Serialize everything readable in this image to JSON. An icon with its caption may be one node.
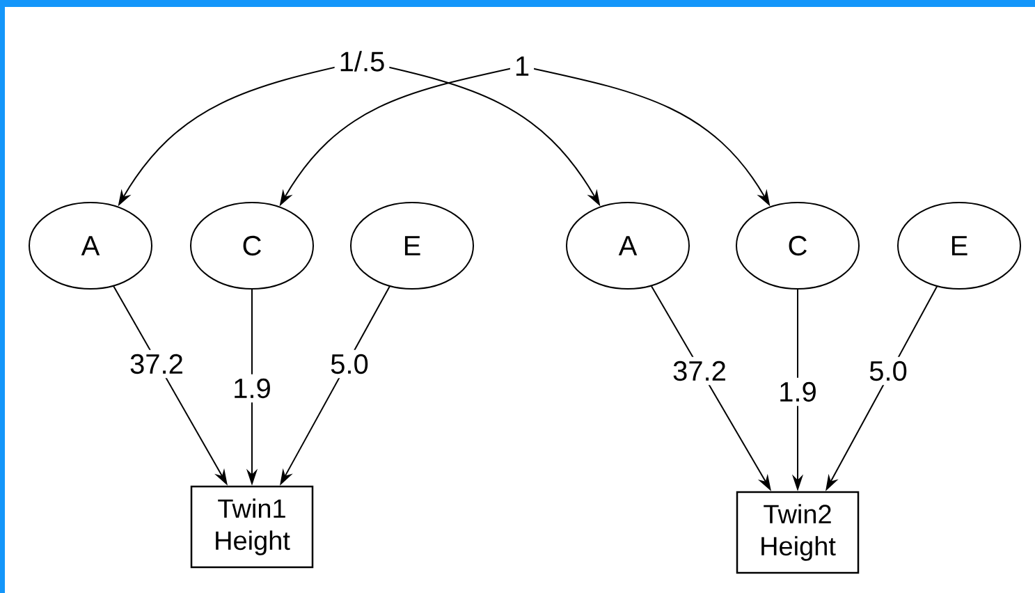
{
  "diagram": {
    "nodes": [
      {
        "text": [
          "A"
        ]
      },
      {
        "text": [
          "C"
        ]
      },
      {
        "text": [
          "E"
        ]
      },
      {
        "text": [
          "A"
        ]
      },
      {
        "text": [
          "C"
        ]
      },
      {
        "text": [
          "E"
        ]
      },
      {
        "text": [
          "Twin1 Height"
        ]
      },
      {
        "text": [
          "Twin2 Height"
        ]
      }
    ],
    "edges": [
      {
        "from": 0,
        "to": 3,
        "arrow": "both",
        "label": "1/.5"
      },
      {
        "from": 1,
        "to": 4,
        "arrow": "both",
        "label": "1"
      },
      {
        "from": 0,
        "to": 6,
        "arrow": "to",
        "label": "37.2"
      },
      {
        "from": 1,
        "to": 6,
        "arrow": "to",
        "label": "1.9"
      },
      {
        "from": 2,
        "to": 6,
        "arrow": "to",
        "label": "5.0"
      },
      {
        "from": 3,
        "to": 7,
        "arrow": "to",
        "label": "37.2"
      },
      {
        "from": 4,
        "to": 7,
        "arrow": "to",
        "label": "1.9"
      },
      {
        "from": 5,
        "to": 7,
        "arrow": "to",
        "label": "5.0"
      }
    ]
  }
}
